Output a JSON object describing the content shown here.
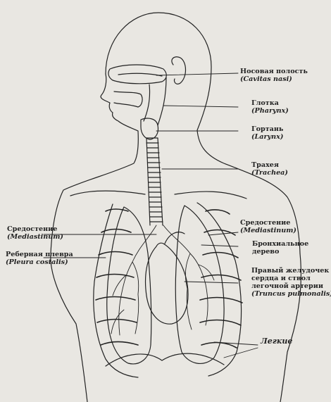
{
  "labels": {
    "nasal_cavity": {
      "ru": "Носовая полость",
      "lat": "(Cavitas nasi)"
    },
    "pharynx": {
      "ru": "Глотка",
      "lat": "(Pharynx)"
    },
    "larynx": {
      "ru": "Гортань",
      "lat": "(Larynx)"
    },
    "trachea": {
      "ru": "Трахея",
      "lat": "(Trachea)"
    },
    "mediastinum_right": {
      "ru": "Средостение",
      "lat": "(Mediastinum)"
    },
    "bronchial_tree": {
      "ru": "Бронхиальное",
      "ru2": "дерево"
    },
    "heart_trunk": {
      "line1": "Правый желудочек",
      "line2": "сердца и ствол",
      "line3": "легочной артерии",
      "lat": "(Truncus pulmonalis)"
    },
    "lungs": {
      "ru": "Легкие"
    },
    "mediastinum_left": {
      "ru": "Средостение",
      "lat": "(Mediastinum)"
    },
    "pleura": {
      "ru": "Реберная плевра",
      "lat": "(Pleura costalis)"
    }
  },
  "colors": {
    "background": "#e9e7e2",
    "ink": "#222222"
  }
}
